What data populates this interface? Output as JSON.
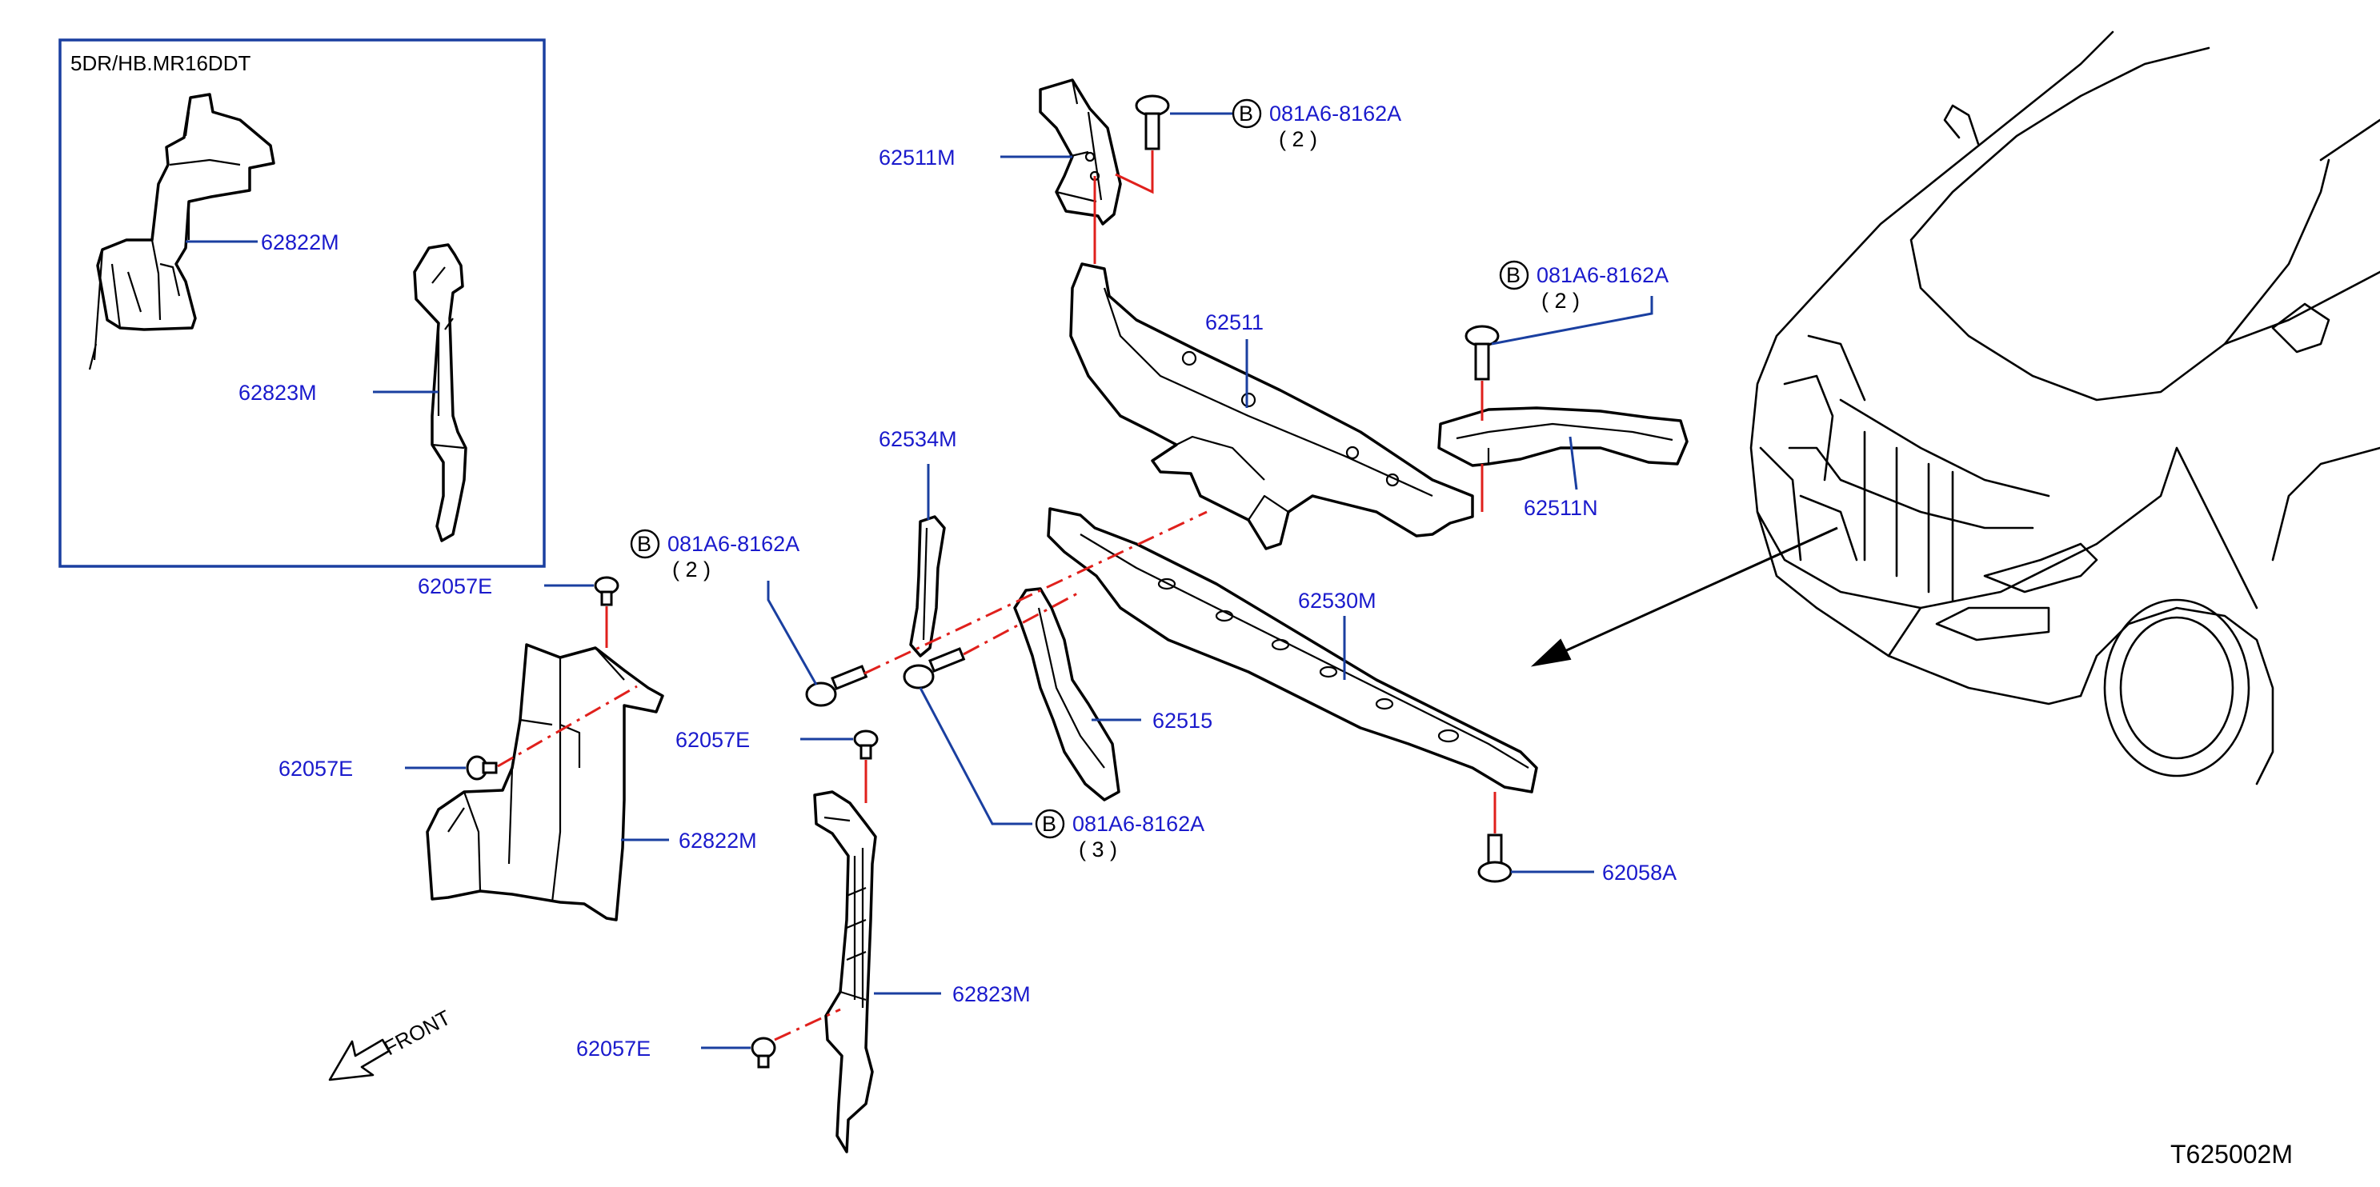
{
  "inset": {
    "title": "5DR/HB.MR16DDT",
    "labels": {
      "p62822m": "62822M",
      "p62823m": "62823M"
    }
  },
  "labels": {
    "p62511m": "62511M",
    "p62511": "62511",
    "p62511n": "62511N",
    "p62534m": "62534M",
    "p62530m": "62530M",
    "p62515": "62515",
    "p62822m": "62822M",
    "p62823m": "62823M",
    "p62058a": "62058A",
    "p62057e_a": "62057E",
    "p62057e_b": "62057E",
    "p62057e_c": "62057E",
    "p62057e_d": "62057E"
  },
  "bolt_refs": [
    {
      "letter": "B",
      "part": "081A6-8162A",
      "qty": "( 2 )"
    },
    {
      "letter": "B",
      "part": "081A6-8162A",
      "qty": "( 2 )"
    },
    {
      "letter": "B",
      "part": "081A6-8162A",
      "qty": "( 2 )"
    },
    {
      "letter": "B",
      "part": "081A6-8162A",
      "qty": "( 3 )"
    }
  ],
  "front_label": "FRONT",
  "diagram_code": "T625002M",
  "colors": {
    "label": "#1a1acc",
    "leader": "#1a3fa0",
    "connector": "#e0201c",
    "line": "#000000"
  }
}
